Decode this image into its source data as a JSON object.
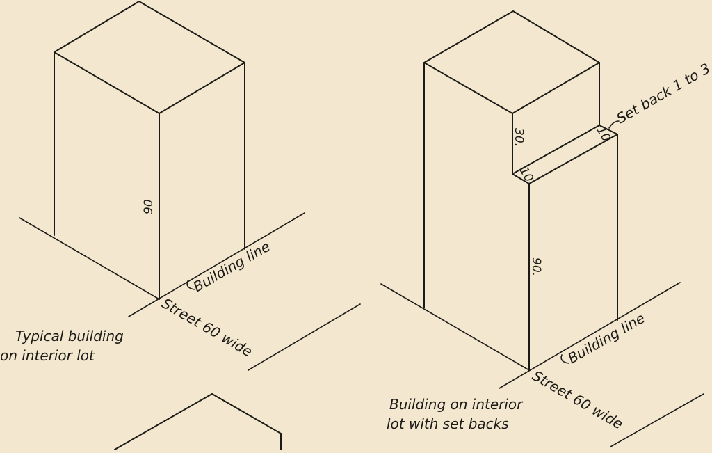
{
  "figure": {
    "background": "#f3e8cf",
    "ink": "#1c1a16",
    "left_drawing": {
      "caption_line1": "Typical building",
      "caption_line2": "on interior lot",
      "height_dim": "90",
      "building_line": "Building line",
      "street": "Street 60 wide"
    },
    "right_drawing": {
      "caption_line1": "Building on interior",
      "caption_line2": "lot with set backs",
      "height_dim": "90.",
      "upper_dim": "30.",
      "setback_dim_a": "10.",
      "setback_dim_b": "10",
      "setback_note": "Set back 1 to 3",
      "building_line": "Building line",
      "street": "Street 60 wide"
    }
  }
}
